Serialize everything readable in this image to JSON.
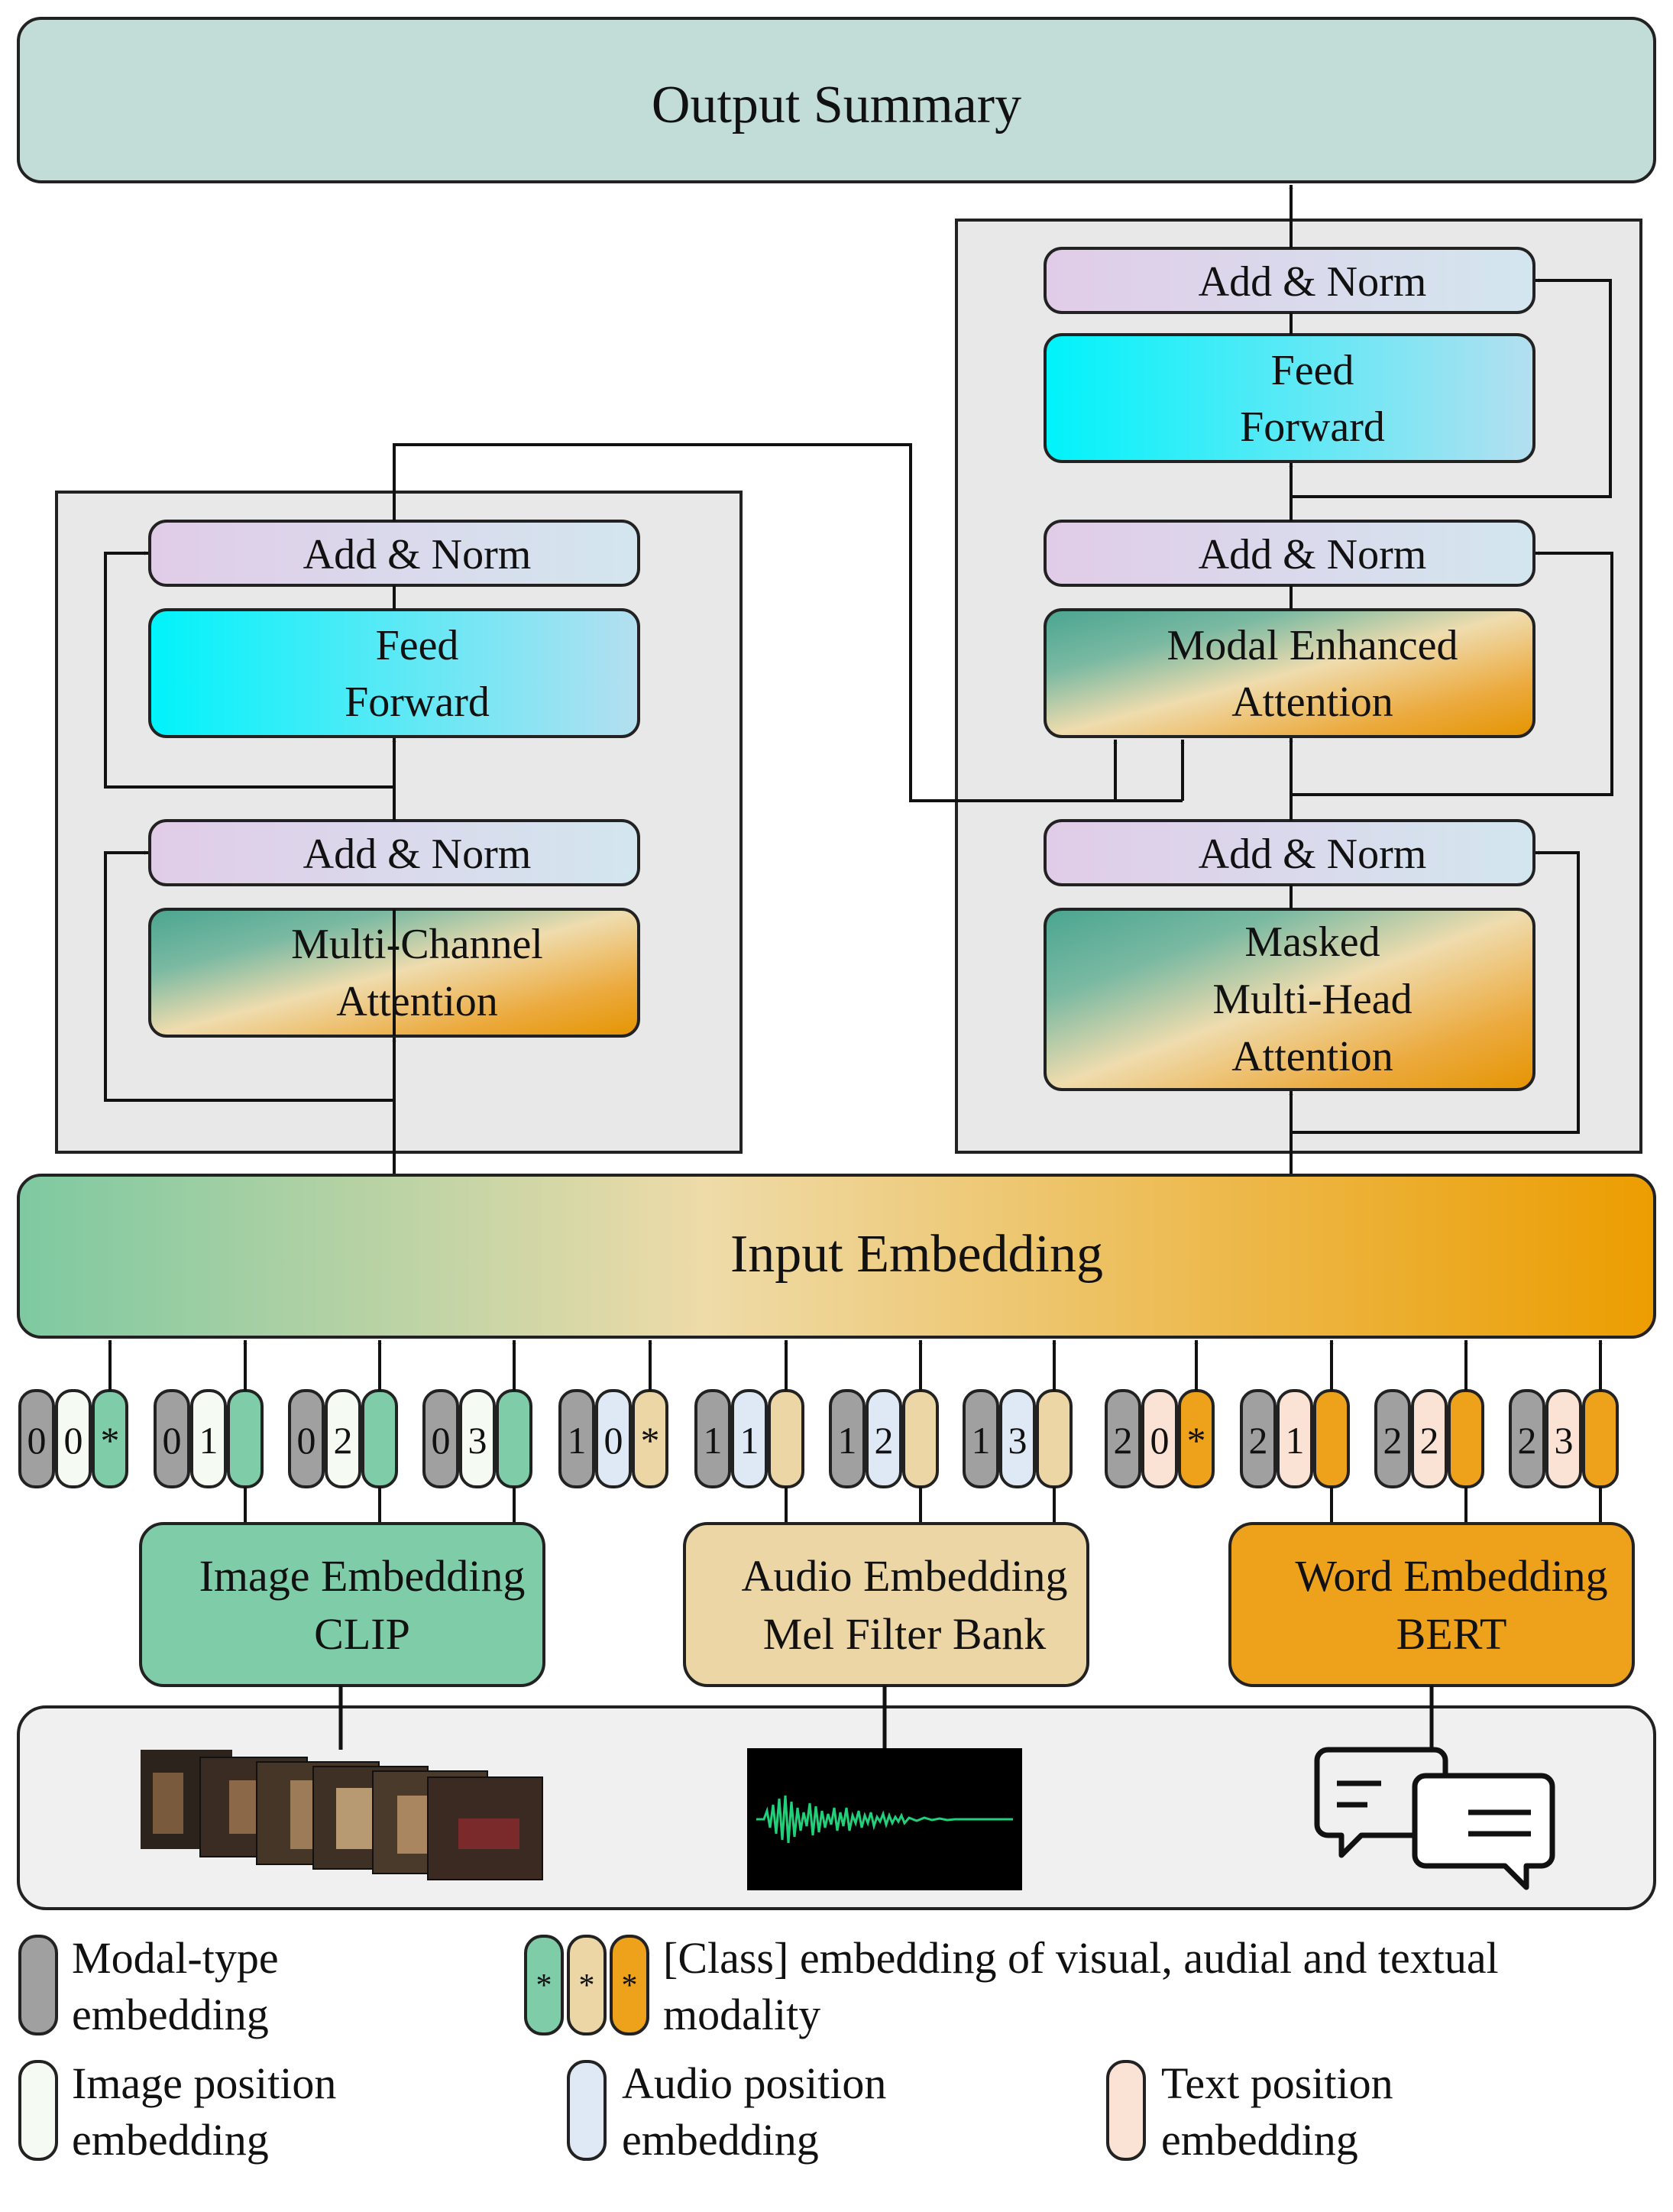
{
  "output_summary": "Output Summary",
  "encoder": {
    "add_norm_top": "Add & Norm",
    "feed_forward": [
      "Feed",
      "Forward"
    ],
    "add_norm_bottom": "Add & Norm",
    "attention": [
      "Multi-Channel",
      "Attention"
    ]
  },
  "decoder": {
    "add_norm_top": "Add & Norm",
    "feed_forward": [
      "Feed",
      "Forward"
    ],
    "add_norm_mid": "Add & Norm",
    "modal_attention": [
      "Modal Enhanced",
      "Attention"
    ],
    "add_norm_bottom": "Add & Norm",
    "masked_attention": [
      "Masked",
      "Multi-Head",
      "Attention"
    ]
  },
  "input_embedding": "Input Embedding",
  "tokens": [
    {
      "type": "0",
      "pos": "0",
      "mod": "*",
      "modality": "image"
    },
    {
      "type": "0",
      "pos": "1",
      "mod": "",
      "modality": "image"
    },
    {
      "type": "0",
      "pos": "2",
      "mod": "",
      "modality": "image"
    },
    {
      "type": "0",
      "pos": "3",
      "mod": "",
      "modality": "image"
    },
    {
      "type": "1",
      "pos": "0",
      "mod": "*",
      "modality": "audio"
    },
    {
      "type": "1",
      "pos": "1",
      "mod": "",
      "modality": "audio"
    },
    {
      "type": "1",
      "pos": "2",
      "mod": "",
      "modality": "audio"
    },
    {
      "type": "1",
      "pos": "3",
      "mod": "",
      "modality": "audio"
    },
    {
      "type": "2",
      "pos": "0",
      "mod": "*",
      "modality": "text"
    },
    {
      "type": "2",
      "pos": "1",
      "mod": "",
      "modality": "text"
    },
    {
      "type": "2",
      "pos": "2",
      "mod": "",
      "modality": "text"
    },
    {
      "type": "2",
      "pos": "3",
      "mod": "",
      "modality": "text"
    }
  ],
  "embedders": {
    "image": [
      "Image Embedding",
      "CLIP"
    ],
    "audio": [
      "Audio Embedding",
      "Mel Filter Bank"
    ],
    "word": [
      "Word Embedding",
      "BERT"
    ]
  },
  "legend": {
    "class_star": "*",
    "modal_type": [
      "Modal-type",
      "embedding"
    ],
    "class_embedding": [
      "[Class] embedding of visual, audial and textual",
      "modality"
    ],
    "image_position": [
      "Image position",
      "embedding"
    ],
    "audio_position": [
      "Audio position",
      "embedding"
    ],
    "text_position": [
      "Text position",
      "embedding"
    ]
  },
  "colors": {
    "output_fill": "#c2ddd8",
    "panel_fill": "#e8e8e8",
    "modal_type": "#a0a0a0",
    "image": "#7fcca8",
    "audio": "#ecd6a6",
    "text": "#eea21b",
    "image_pos": "#f5fbf3",
    "audio_pos": "#dfe9f5",
    "text_pos": "#fae3d4",
    "feed_forward_a": "#0ff0f8",
    "feed_forward_b": "#aee0ee"
  },
  "icons": [
    "video-frames-icon",
    "audio-waveform-icon",
    "chat-bubbles-icon",
    "flow-arrow-icon"
  ]
}
